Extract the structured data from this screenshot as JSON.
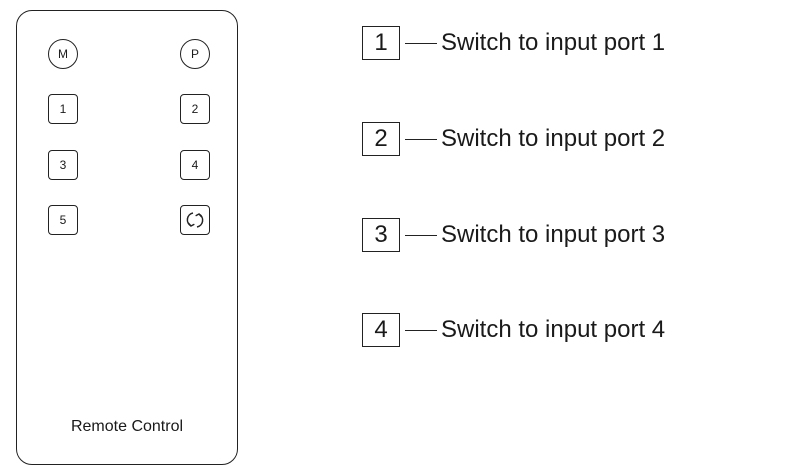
{
  "remote": {
    "label": "Remote Control",
    "buttons": {
      "menu": "M",
      "power": "P",
      "b1": "1",
      "b2": "2",
      "b3": "3",
      "b4": "4",
      "b5": "5",
      "cycle_icon": "cycle-arrows-icon"
    }
  },
  "legend": [
    {
      "number": "1",
      "text": "Switch to input port 1"
    },
    {
      "number": "2",
      "text": "Switch to input port 2"
    },
    {
      "number": "3",
      "text": "Switch to input port 3"
    },
    {
      "number": "4",
      "text": "Switch to input port 4"
    }
  ]
}
